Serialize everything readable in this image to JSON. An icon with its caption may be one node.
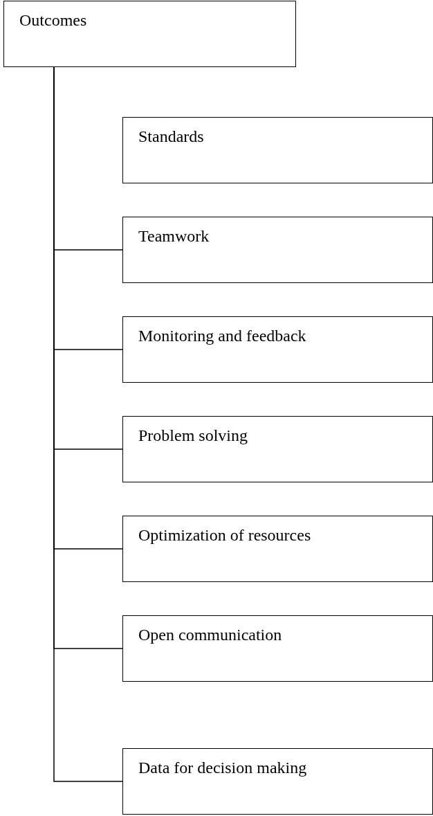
{
  "diagram": {
    "nodes": [
      {
        "text": [
          "Outcomes"
        ]
      },
      {
        "text": [
          "Standards"
        ]
      },
      {
        "text": [
          "Teamwork"
        ]
      },
      {
        "text": [
          "Monitoring and feedback"
        ]
      },
      {
        "text": [
          "Problem solving"
        ]
      },
      {
        "text": [
          "Optimization of resources"
        ]
      },
      {
        "text": [
          "Open communication"
        ]
      },
      {
        "text": [
          "Data for decision making"
        ]
      }
    ],
    "edges": [
      {
        "from": 0,
        "to": 2,
        "arrow": "none"
      },
      {
        "from": 0,
        "to": 3,
        "arrow": "none"
      },
      {
        "from": 0,
        "to": 4,
        "arrow": "none"
      },
      {
        "from": 0,
        "to": 5,
        "arrow": "none"
      },
      {
        "from": 0,
        "to": 6,
        "arrow": "none"
      },
      {
        "from": 0,
        "to": 7,
        "arrow": "none"
      }
    ]
  }
}
